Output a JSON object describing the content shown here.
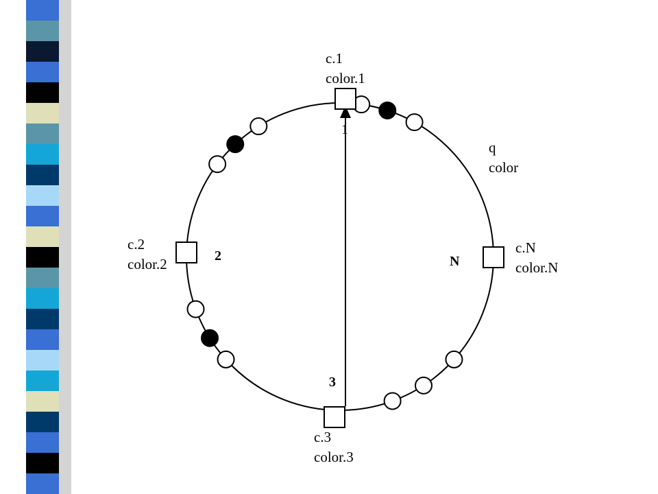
{
  "band_colors": [
    "#3a6fd4",
    "#5b95a8",
    "#0a1830",
    "#3a6fd4",
    "#000000",
    "#dfe0b8",
    "#5b95a8",
    "#15a6d8",
    "#003a6b",
    "#a8d8f8",
    "#3a6fd4",
    "#dfe0b8",
    "#000000",
    "#5b95a8",
    "#15a6d8",
    "#003a6b",
    "#3a6fd4",
    "#a8d8f8",
    "#15a6d8",
    "#dfe0b8",
    "#003a6b",
    "#3a6fd4",
    "#000000",
    "#3a6fd4"
  ],
  "nodes": {
    "top": {
      "line1": "c.1",
      "line2": "color.1",
      "ring_number": "1"
    },
    "left": {
      "line1": "c.2",
      "line2": "color.2",
      "ring_number": "2"
    },
    "bottom": {
      "line1": "c.3",
      "line2": "color.3",
      "ring_number": "3"
    },
    "right": {
      "line1": "c.N",
      "line2": "color.N",
      "ring_number": "N"
    }
  },
  "query": {
    "line1": "q",
    "line2": "color"
  },
  "ring_nodes": [
    {
      "angle_deg": 61,
      "filled": false
    },
    {
      "angle_deg": 72,
      "filled": true
    },
    {
      "angle_deg": 82,
      "filled": false
    },
    {
      "angle_deg": 122,
      "filled": false
    },
    {
      "angle_deg": 133,
      "filled": true
    },
    {
      "angle_deg": 143,
      "filled": false
    },
    {
      "angle_deg": 200,
      "filled": false
    },
    {
      "angle_deg": 212,
      "filled": true
    },
    {
      "angle_deg": 222,
      "filled": false
    },
    {
      "angle_deg": 290,
      "filled": false
    },
    {
      "angle_deg": 303,
      "filled": false
    },
    {
      "angle_deg": 318,
      "filled": false
    }
  ]
}
